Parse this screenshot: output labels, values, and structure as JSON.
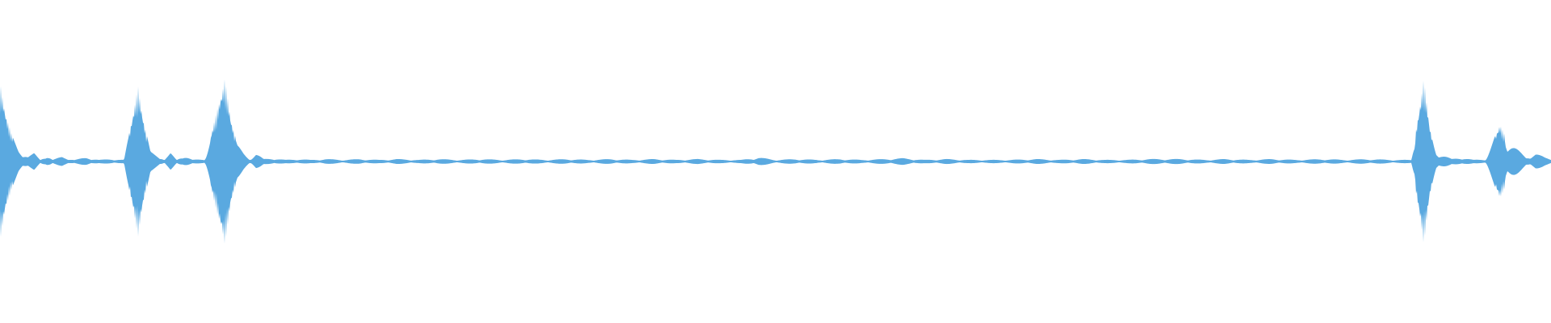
{
  "waveform": {
    "color": "#5aa9e0",
    "background": "#ffffff",
    "peaks": [
      [
        0.0,
        0.95
      ],
      [
        0.004,
        0.55
      ],
      [
        0.008,
        0.3
      ],
      [
        0.012,
        0.15
      ],
      [
        0.018,
        0.06
      ],
      [
        0.022,
        0.1
      ],
      [
        0.026,
        0.02
      ],
      [
        0.03,
        0.08
      ],
      [
        0.034,
        0.02
      ],
      [
        0.04,
        0.06
      ],
      [
        0.048,
        0.02
      ],
      [
        0.056,
        0.05
      ],
      [
        0.064,
        0.02
      ],
      [
        0.072,
        0.03
      ],
      [
        0.08,
        0.02
      ],
      [
        0.089,
        0.9
      ],
      [
        0.093,
        0.45
      ],
      [
        0.097,
        0.12
      ],
      [
        0.102,
        0.08
      ],
      [
        0.106,
        0.02
      ],
      [
        0.11,
        0.1
      ],
      [
        0.114,
        0.02
      ],
      [
        0.118,
        0.08
      ],
      [
        0.124,
        0.02
      ],
      [
        0.132,
        0.03
      ],
      [
        0.145,
        1.0
      ],
      [
        0.149,
        0.5
      ],
      [
        0.153,
        0.2
      ],
      [
        0.157,
        0.1
      ],
      [
        0.161,
        0.03
      ],
      [
        0.165,
        0.1
      ],
      [
        0.17,
        0.03
      ],
      [
        0.176,
        0.04
      ],
      [
        0.184,
        0.02
      ],
      [
        0.192,
        0.03
      ],
      [
        0.2,
        0.02
      ],
      [
        0.21,
        0.03
      ],
      [
        0.222,
        0.02
      ],
      [
        0.232,
        0.03
      ],
      [
        0.244,
        0.02
      ],
      [
        0.256,
        0.03
      ],
      [
        0.27,
        0.02
      ],
      [
        0.282,
        0.03
      ],
      [
        0.296,
        0.02
      ],
      [
        0.31,
        0.03
      ],
      [
        0.324,
        0.02
      ],
      [
        0.338,
        0.03
      ],
      [
        0.352,
        0.02
      ],
      [
        0.366,
        0.03
      ],
      [
        0.38,
        0.02
      ],
      [
        0.394,
        0.03
      ],
      [
        0.408,
        0.02
      ],
      [
        0.422,
        0.03
      ],
      [
        0.436,
        0.02
      ],
      [
        0.45,
        0.03
      ],
      [
        0.464,
        0.02
      ],
      [
        0.478,
        0.02
      ],
      [
        0.489,
        0.05
      ],
      [
        0.5,
        0.02
      ],
      [
        0.514,
        0.03
      ],
      [
        0.528,
        0.02
      ],
      [
        0.542,
        0.03
      ],
      [
        0.556,
        0.02
      ],
      [
        0.57,
        0.03
      ],
      [
        0.582,
        0.04
      ],
      [
        0.596,
        0.02
      ],
      [
        0.61,
        0.03
      ],
      [
        0.624,
        0.02
      ],
      [
        0.636,
        0.02
      ],
      [
        0.65,
        0.02
      ],
      [
        0.668,
        0.03
      ],
      [
        0.682,
        0.02
      ],
      [
        0.698,
        0.03
      ],
      [
        0.712,
        0.02
      ],
      [
        0.726,
        0.02
      ],
      [
        0.74,
        0.03
      ],
      [
        0.762,
        0.03
      ],
      [
        0.778,
        0.02
      ],
      [
        0.79,
        0.03
      ],
      [
        0.806,
        0.02
      ],
      [
        0.82,
        0.03
      ],
      [
        0.836,
        0.02
      ],
      [
        0.854,
        0.03
      ],
      [
        0.868,
        0.02
      ],
      [
        0.882,
        0.03
      ],
      [
        0.898,
        0.02
      ],
      [
        0.91,
        0.02
      ],
      [
        0.918,
        1.0
      ],
      [
        0.922,
        0.4
      ],
      [
        0.926,
        0.12
      ],
      [
        0.93,
        0.08
      ],
      [
        0.936,
        0.03
      ],
      [
        0.942,
        0.05
      ],
      [
        0.95,
        0.02
      ],
      [
        0.958,
        0.03
      ],
      [
        0.967,
        0.45
      ],
      [
        0.972,
        0.25
      ],
      [
        0.978,
        0.15
      ],
      [
        0.984,
        0.05
      ],
      [
        0.99,
        0.1
      ],
      [
        0.996,
        0.05
      ],
      [
        1.0,
        0.03
      ]
    ]
  }
}
